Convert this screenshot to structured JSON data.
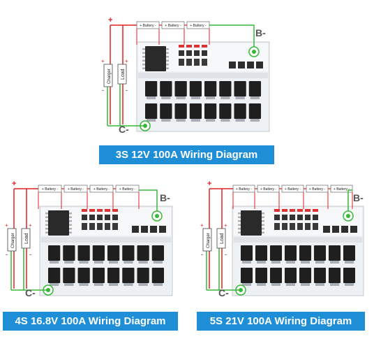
{
  "colors": {
    "banner": "#1e8fd6",
    "red_wire": "#e02020",
    "green_wire": "#38b838"
  },
  "labels": {
    "battery": "+ Battery -",
    "charger": "Charger",
    "load": "Load",
    "plus": "+",
    "minus": "-",
    "b_minus": "B-",
    "c_minus": "C-"
  },
  "diagrams": [
    {
      "title": "3S 12V 100A Wiring Diagram",
      "cells": 3
    },
    {
      "title": "4S 16.8V 100A Wiring Diagram",
      "cells": 4
    },
    {
      "title": "5S 21V 100A Wiring Diagram",
      "cells": 5
    }
  ]
}
